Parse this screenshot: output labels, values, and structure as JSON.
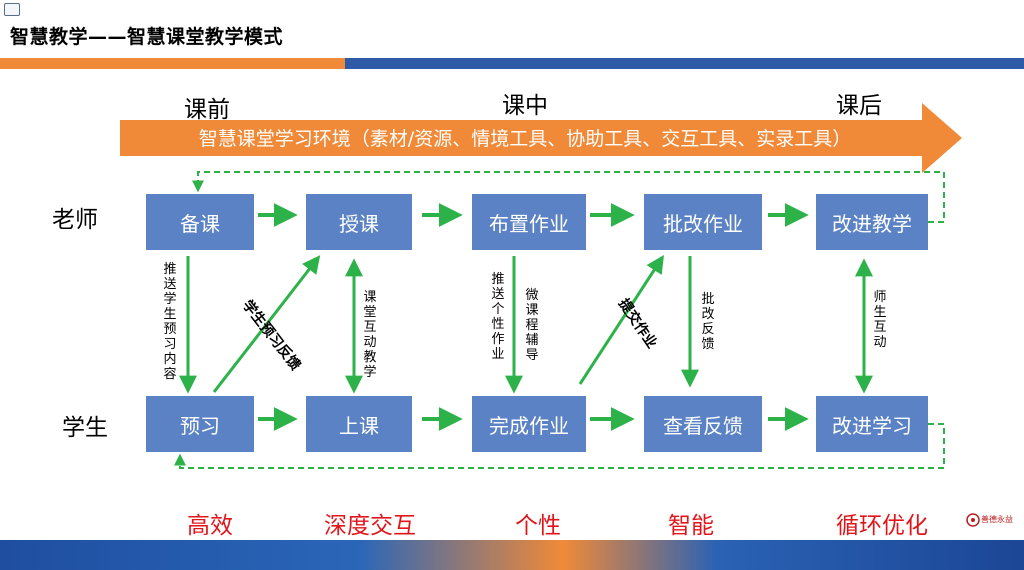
{
  "header": {
    "title": "智慧教学——智慧课堂教学模式"
  },
  "phases": {
    "before": "课前",
    "during": "课中",
    "after": "课后"
  },
  "environment": "智慧课堂学习环境（素材/资源、情境工具、协助工具、交互工具、实录工具）",
  "roles": {
    "teacher": "老师",
    "student": "学生"
  },
  "teacher_steps": [
    "备课",
    "授课",
    "布置作业",
    "批改作业",
    "改进教学"
  ],
  "student_steps": [
    "预习",
    "上课",
    "完成作业",
    "查看反馈",
    "改进学习"
  ],
  "links": {
    "push_preview": "推送学生预习内容",
    "preview_feedback": "学生预习反馈",
    "class_interaction": "课堂互动教学",
    "push_homework": "推送个性作业",
    "micro_lesson": "微课程辅导",
    "submit_homework": "提交作业",
    "grade_feedback": "批改反馈",
    "teacher_student": "师生互动"
  },
  "traits": [
    "高效",
    "深度交互",
    "个性",
    "智能",
    "循环优化"
  ],
  "logo": {
    "text": "善德永益"
  },
  "colors": {
    "orange": "#f08a38",
    "blue": "#2e5aa8",
    "box": "#5b82c4",
    "green": "#2db24a",
    "red": "#e0161b"
  }
}
